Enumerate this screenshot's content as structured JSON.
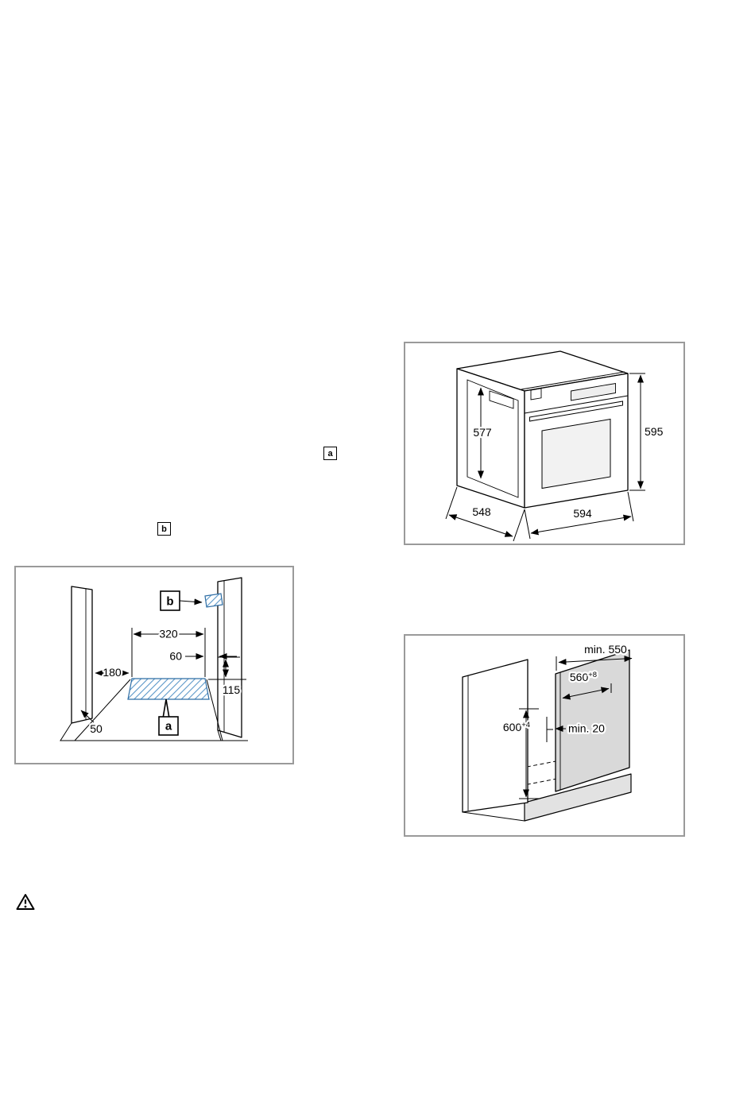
{
  "markers": {
    "a": "a",
    "b": "b"
  },
  "fig_oven": {
    "dim_height": "595",
    "dim_body_height": "577",
    "dim_depth": "548",
    "dim_width": "594"
  },
  "fig_niche": {
    "dim_cutout_width": "320",
    "dim_right_offset": "60",
    "dim_left_offset": "180",
    "dim_height": "115",
    "dim_front": "50",
    "callout_a": "a",
    "callout_b": "b"
  },
  "fig_cabinet": {
    "dim_min_depth": "min. 550",
    "dim_width": "560",
    "dim_width_tol": "+8",
    "dim_height": "600",
    "dim_height_tol": "+4",
    "dim_gap": "min. 20"
  },
  "colors": {
    "hatch_blue": "#2e6da4",
    "panel_gray": "#d9d9d9",
    "frame_gray": "#9a9a9a"
  }
}
